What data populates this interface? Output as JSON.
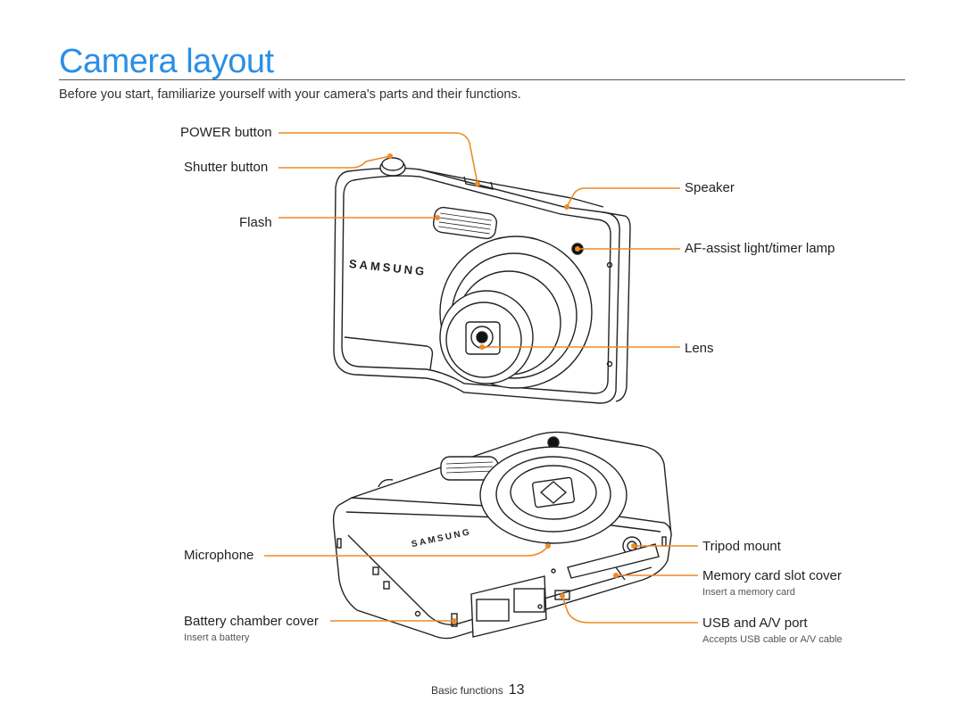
{
  "page": {
    "title": "Camera layout",
    "intro": "Before you start, familiarize yourself with your camera's parts and their functions."
  },
  "front_labels": {
    "power": "POWER button",
    "shutter": "Shutter button",
    "flash": "Flash",
    "speaker": "Speaker",
    "af_lamp": "AF-assist light/timer lamp",
    "lens": "Lens"
  },
  "back_labels": {
    "microphone": "Microphone",
    "battery": "Battery chamber cover",
    "battery_note": "Insert a battery",
    "tripod": "Tripod mount",
    "memory": "Memory card slot cover",
    "memory_note": "Insert a memory card",
    "usb": "USB and A/V port",
    "usb_note": "Accepts USB cable or A/V cable"
  },
  "brand": {
    "logo_front": "SAMSUNG",
    "logo_back": "SAMSUNG"
  },
  "footer": {
    "section": "Basic functions",
    "page_number": "13"
  },
  "colors": {
    "title": "#2b8fe6",
    "callout": "#f08a24"
  }
}
